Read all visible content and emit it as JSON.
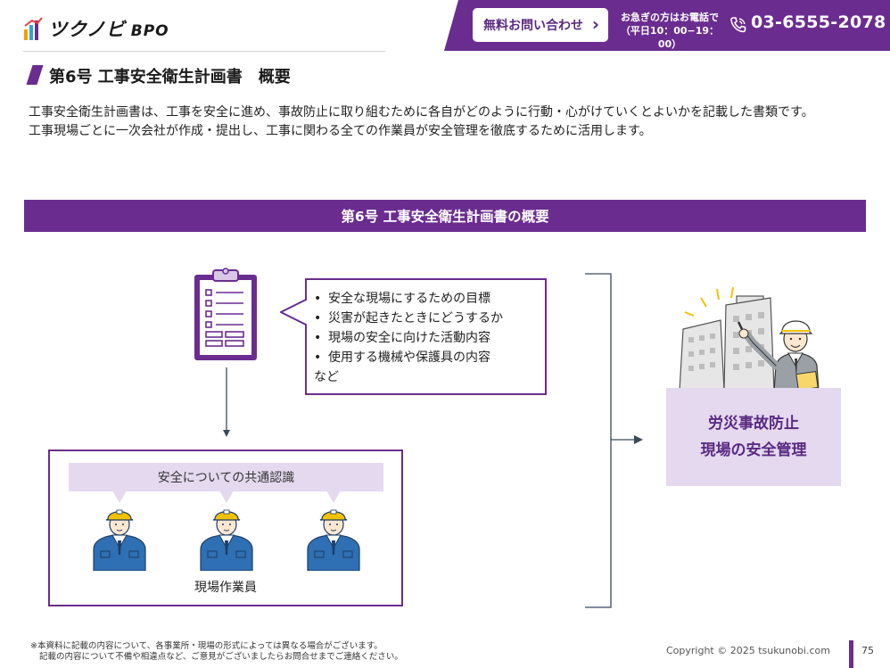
{
  "header": {
    "logo_text": "ツクノビ",
    "logo_suffix": "BPO",
    "contact_button": "無料お問い合わせ",
    "urgent_line1": "お急ぎの方はお電話で",
    "urgent_line2": "（平日10：00−19：00）",
    "phone": "03-6555-2078"
  },
  "title": "第6号 工事安全衛生計画書　概要",
  "intro": {
    "line1": "工事安全衛生計画書は、工事を安全に進め、事故防止に取り組むために各自がどのように行動・心がけていくとよいかを記載した書類です。",
    "line2": "工事現場ごとに一次会社が作成・提出し、工事に関わる全ての作業員が安全管理を徹底するために活用します。"
  },
  "band": "第6号 工事安全衛生計画書の概要",
  "bubble": {
    "items": [
      "安全な現場にするための目標",
      "災害が起きたときにどうするか",
      "現場の安全に向けた活動内容",
      "使用する機械や保護具の内容"
    ],
    "tail": "など"
  },
  "workers": {
    "shared": "安全についての共通認識",
    "label": "現場作業員"
  },
  "result": {
    "line1": "労災事故防止",
    "line2": "現場の安全管理"
  },
  "footer": {
    "note1": "※本資料に記載の内容について、各事業所・現場の形式によっては異なる場合がございます。",
    "note2": "記載の内容について不備や相違点など、ご意見がございましたらお問合せまでご連絡ください。",
    "copyright": "Copyright © 2025 tsukunobi.com",
    "page": "75"
  },
  "colors": {
    "accent": "#6a2d8f",
    "light_accent": "#e4d9ef",
    "worker_blue": "#2f6fb3",
    "helmet_yellow": "#f2c200"
  },
  "icons": [
    "logo-mark-icon",
    "chevron-right-icon",
    "phone-icon",
    "clipboard-icon",
    "worker-icon",
    "building-worker-illustration"
  ]
}
